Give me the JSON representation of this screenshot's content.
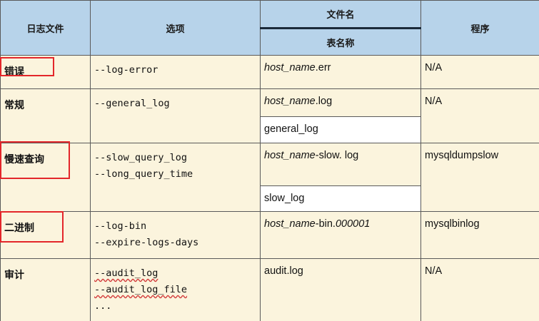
{
  "header": {
    "col_log_file": "日志文件",
    "col_options": "选项",
    "col_file_name": "文件名",
    "col_table_name": "表名称",
    "col_program": "程序"
  },
  "rows": [
    {
      "name": "错误",
      "options": [
        "--log-error"
      ],
      "file_italic": "host_name",
      "file_suffix": ".err",
      "table_name": "",
      "program": "N/A",
      "highlighted": true
    },
    {
      "name": "常规",
      "options": [
        "--general_log"
      ],
      "file_italic": "host_name",
      "file_suffix": ".log",
      "table_name": "general_log",
      "program": "N/A",
      "highlighted": false
    },
    {
      "name": "慢速查询",
      "options": [
        "--slow_query_log",
        "--long_query_time"
      ],
      "file_italic": "host_name",
      "file_suffix": "-slow. log",
      "table_name": "slow_log",
      "program": "mysqldumpslow",
      "highlighted": true
    },
    {
      "name": "二进制",
      "options": [
        "--log-bin",
        "--expire-logs-days"
      ],
      "file_italic": "host_name",
      "file_suffix": "-bin.",
      "file_italic_tail": "000001",
      "table_name": "",
      "program": "mysqlbinlog",
      "highlighted": true
    },
    {
      "name": "审计",
      "options": [
        "--audit_log",
        "--audit_log_file",
        "..."
      ],
      "file_plain": "audit.log",
      "table_name": "",
      "program": "N/A",
      "highlighted": false
    }
  ],
  "colors": {
    "header_bg": "#b7d3ea",
    "cell_bg": "#fbf4dd",
    "highlight_box": "#e3262a"
  }
}
